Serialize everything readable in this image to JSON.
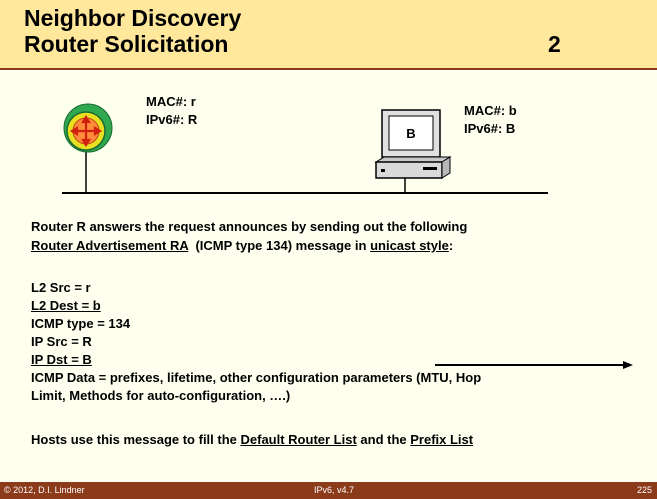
{
  "slide": {
    "title_line1": "Neighbor Discovery",
    "title_line2": "Router Solicitation",
    "slide_step": "2"
  },
  "router": {
    "mac": "MAC#: r",
    "ipv6": "IPv6#:  R",
    "icon": "router-icon"
  },
  "host": {
    "mac": "MAC#: b",
    "ipv6": "IPv6#:  B",
    "screen_label": "B",
    "icon": "computer-icon"
  },
  "intro": {
    "line1": "Router R answers the request announces by sending out the following",
    "line2_link1": "Router Advertisement RA",
    "line2_mid": "  (ICMP type 134) message in ",
    "line2_link2": "unicast style",
    "line2_end": ":"
  },
  "fields": {
    "l2_src": "L2 Src = r",
    "l2_dest": "L2 Dest = b",
    "icmp_type": "ICMP type = 134",
    "ip_src": "IP Src = R",
    "ip_dst": "IP Dst = B",
    "icmp_data_1": "ICMP Data = prefixes, lifetime, other configuration parameters (MTU, Hop",
    "icmp_data_2": "Limit, Methods for auto-configuration, ….)"
  },
  "closing": {
    "prefix": "Hosts use this message to fill the ",
    "link1": "Default Router List",
    "mid": " and the ",
    "link2": "Prefix List"
  },
  "footer": {
    "copyright": "© 2012, D.I. Lindner",
    "center": "IPv6, v4.7",
    "page": "225"
  },
  "colors": {
    "title_bg": "#FFE79C",
    "accent": "#8B3A1A",
    "router_green": "#2FA84F",
    "router_yellow": "#E8E020",
    "router_red": "#E03020"
  }
}
